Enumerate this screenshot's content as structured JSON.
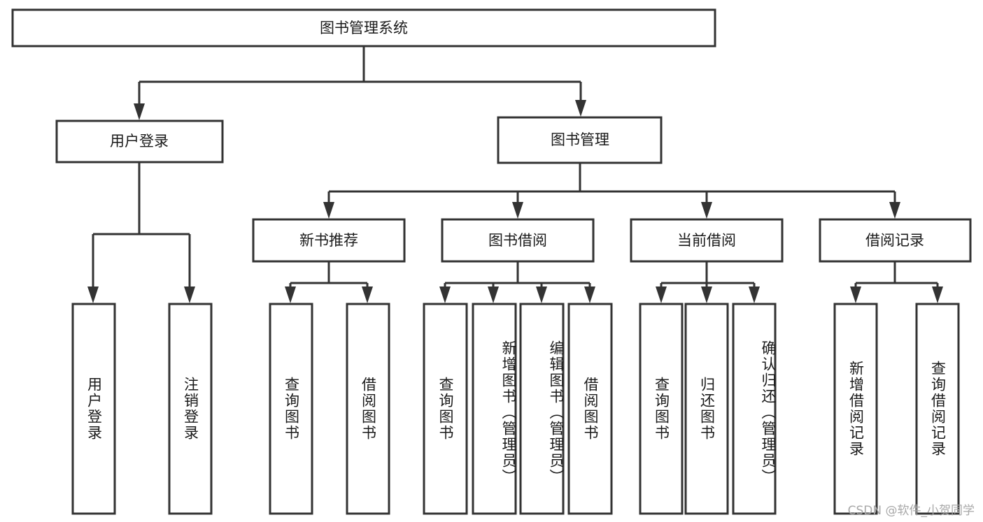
{
  "diagram": {
    "title": "图书管理系统",
    "type": "tree",
    "root": {
      "label": "图书管理系统"
    },
    "level1": [
      {
        "label": "用户登录"
      },
      {
        "label": "图书管理"
      }
    ],
    "level2": [
      {
        "label": "新书推荐"
      },
      {
        "label": "图书借阅"
      },
      {
        "label": "当前借阅"
      },
      {
        "label": "借阅记录"
      }
    ],
    "leaves": {
      "user_login": [
        {
          "label": "用户登录"
        },
        {
          "label": "注销登录"
        }
      ],
      "new_book_recommend": [
        {
          "label": "查询图书"
        },
        {
          "label": "借阅图书"
        }
      ],
      "book_borrow": [
        {
          "label": "查询图书"
        },
        {
          "label": "新增图书（管理员）"
        },
        {
          "label": "编辑图书（管理员）"
        },
        {
          "label": "借阅图书"
        }
      ],
      "current_borrow": [
        {
          "label": "查询图书"
        },
        {
          "label": "归还图书"
        },
        {
          "label": "确认归还（管理员）"
        }
      ],
      "borrow_record": [
        {
          "label": "新增借阅记录"
        },
        {
          "label": "查询借阅记录"
        }
      ]
    }
  },
  "watermark": {
    "text": "CSDN @软件_小贺同学"
  },
  "colors": {
    "stroke": "#333333",
    "box_fill": "#ffffff",
    "text": "#1a1a1a",
    "watermark": "#a8a8a8"
  }
}
